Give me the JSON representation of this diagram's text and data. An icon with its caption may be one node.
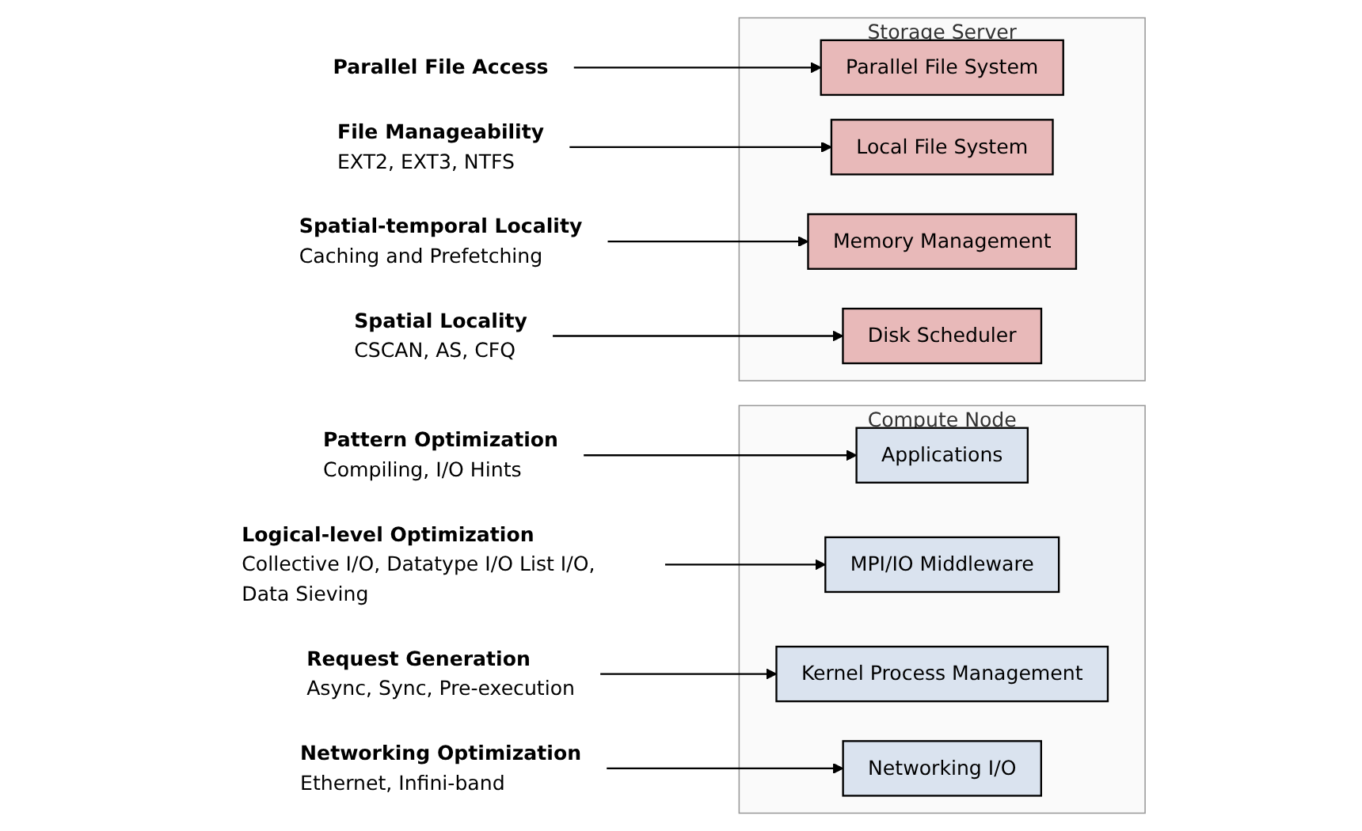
{
  "diagram": {
    "nodes": [
      {
        "text": [
          "Compute Node"
        ]
      },
      {
        "text": [
          "Applications"
        ],
        "in": 0
      },
      {
        "text": [
          "MPI/IO Middleware"
        ],
        "in": 0
      },
      {
        "text": [
          "Kernel Process Management"
        ],
        "in": 0
      },
      {
        "text": [
          "Networking I/O"
        ],
        "in": 0
      },
      {
        "text": [
          "Storage Server"
        ]
      },
      {
        "text": [
          "Parallel File System"
        ],
        "in": 5
      },
      {
        "text": [
          "Local File System"
        ],
        "in": 5
      },
      {
        "text": [
          "Memory Management"
        ],
        "in": 5
      },
      {
        "text": [
          "Disk Scheduler"
        ],
        "in": 5
      },
      {
        "text": [
          "Pattern Optimization",
          "Compiling, I/O Hints"
        ]
      },
      {
        "text": [
          "Logical-level Optimization",
          "Collective I/O, Datatype I/O List I/O, Data Sieving"
        ]
      },
      {
        "text": [
          "Request Generation",
          "Async, Sync, Pre-execution"
        ]
      },
      {
        "text": [
          "Networking Optimization",
          "Ethernet, Infini-band"
        ]
      },
      {
        "text": [
          "Parallel File Access"
        ]
      },
      {
        "text": [
          "File Manageability",
          "EXT2, EXT3, NTFS"
        ]
      },
      {
        "text": [
          "Spatial-temporal Locality",
          "Caching and Prefetching"
        ]
      },
      {
        "text": [
          "Spatial Locality",
          "CSCAN, AS, CFQ"
        ]
      }
    ],
    "edges": [
      {
        "from": 10,
        "to": 1,
        "arrow": "to"
      },
      {
        "from": 11,
        "to": 2,
        "arrow": "to"
      },
      {
        "from": 12,
        "to": 3,
        "arrow": "to"
      },
      {
        "from": 13,
        "to": 4,
        "arrow": "to"
      },
      {
        "from": 14,
        "to": 6,
        "arrow": "to"
      },
      {
        "from": 15,
        "to": 7,
        "arrow": "to"
      },
      {
        "from": 16,
        "to": 8,
        "arrow": "to"
      },
      {
        "from": 17,
        "to": 9,
        "arrow": "to"
      }
    ]
  }
}
